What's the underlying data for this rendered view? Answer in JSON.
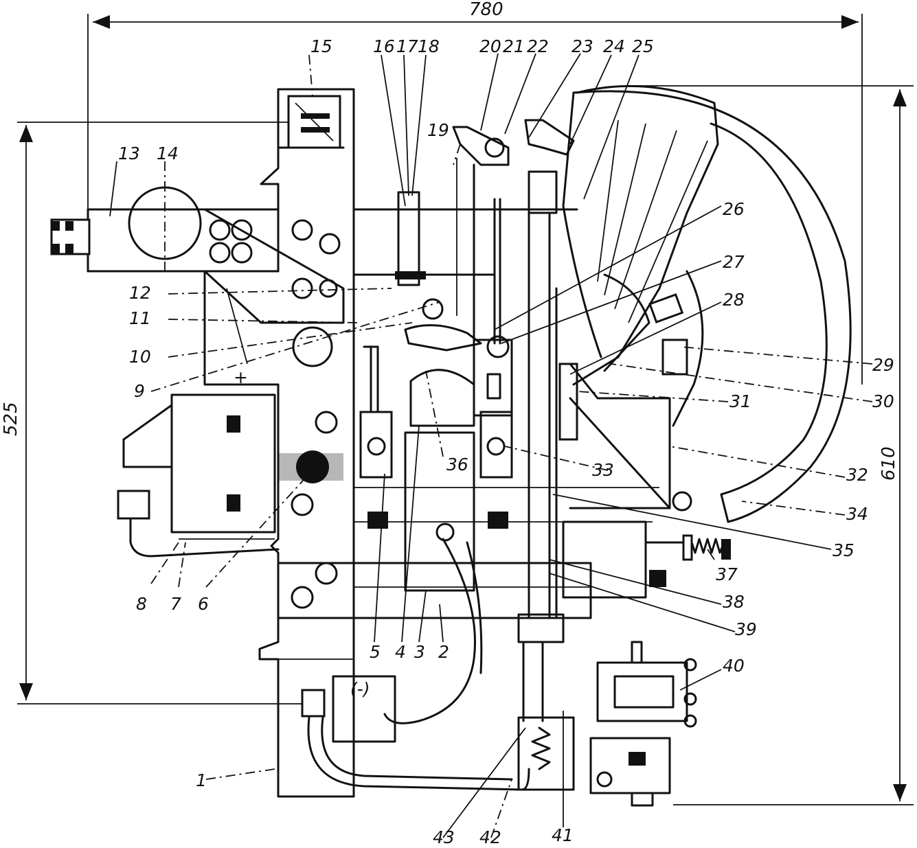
{
  "dimensions": {
    "width_total": "780",
    "height_frame": "525",
    "height_total": "610"
  },
  "callouts": [
    "1",
    "2",
    "3",
    "4",
    "5",
    "6",
    "7",
    "8",
    "9",
    "10",
    "11",
    "12",
    "13",
    "14",
    "15",
    "16",
    "17",
    "18",
    "19",
    "20",
    "21",
    "22",
    "23",
    "24",
    "25",
    "26",
    "27",
    "28",
    "29",
    "30",
    "31",
    "32",
    "33",
    "34",
    "35",
    "36",
    "37",
    "38",
    "39",
    "40",
    "41",
    "42",
    "43"
  ],
  "pole_signs": {
    "negative": "(-)",
    "positive": "+"
  }
}
